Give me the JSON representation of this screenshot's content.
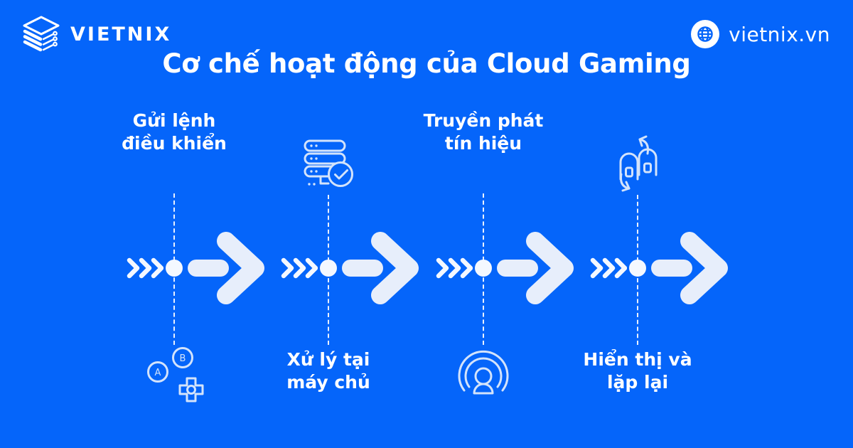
{
  "colors": {
    "background": "#0565FA",
    "text": "#FFFFFF",
    "arrow": "#E7EEFB",
    "dot": "#F4F8FF",
    "icon_stroke": "#D3E3FB"
  },
  "header": {
    "logo_icon": "vietnix-stack-logo",
    "logo_text": "VIETNIX",
    "website_icon": "globe",
    "website": "vietnix.vn"
  },
  "title": "Cơ chế hoạt động của Cloud Gaming",
  "flow": {
    "marker": "triple-chevron",
    "node": "dot",
    "connector": "vertical-dashed-line",
    "arrow": "bold-right-arrow",
    "step_count": 4
  },
  "steps": [
    {
      "label": "Gửi lệnh\nđiều khiển",
      "label_position": "top",
      "icon": "gamepad-buttons",
      "icon_position": "bottom"
    },
    {
      "label": "Xử lý tại\nmáy chủ",
      "label_position": "bottom",
      "icon": "server-check",
      "icon_position": "top"
    },
    {
      "label": "Truyền phát\ntín hiệu",
      "label_position": "top",
      "icon": "broadcast-signal",
      "icon_position": "bottom"
    },
    {
      "label": "Hiển thị và\nlặp lại",
      "label_position": "bottom",
      "icon": "display-repeat",
      "icon_position": "top"
    }
  ],
  "icons": {
    "gamepad": {
      "button_a": "A",
      "button_b": "B"
    }
  }
}
